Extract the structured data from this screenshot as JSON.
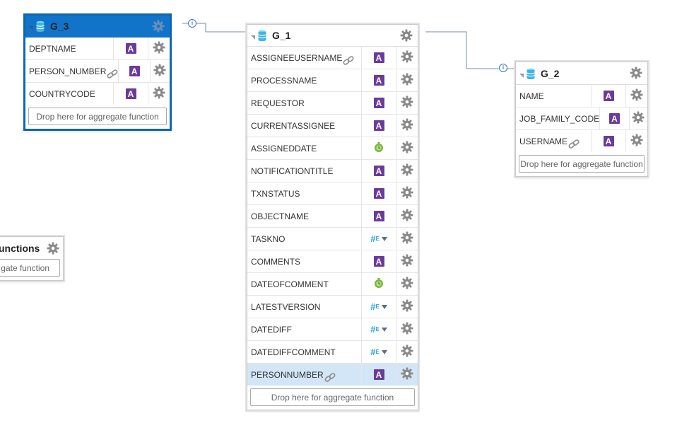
{
  "groups": {
    "g3": {
      "title": "G_3",
      "rows": [
        {
          "name": "DEPTNAME",
          "type": "text"
        },
        {
          "name": "PERSON_NUMBER",
          "type": "text",
          "link": true
        },
        {
          "name": "COUNTRYCODE",
          "type": "text"
        }
      ],
      "drop_label": "Drop here for aggregate function"
    },
    "g1": {
      "title": "G_1",
      "rows": [
        {
          "name": "ASSIGNEEUSERNAME",
          "type": "text",
          "link": true
        },
        {
          "name": "PROCESSNAME",
          "type": "text"
        },
        {
          "name": "REQUESTOR",
          "type": "text"
        },
        {
          "name": "CURRENTASSIGNEE",
          "type": "text"
        },
        {
          "name": "ASSIGNEDDATE",
          "type": "date"
        },
        {
          "name": "NOTIFICATIONTITLE",
          "type": "text"
        },
        {
          "name": "TXNSTATUS",
          "type": "text"
        },
        {
          "name": "OBJECTNAME",
          "type": "text"
        },
        {
          "name": "TASKNO",
          "type": "number"
        },
        {
          "name": "COMMENTS",
          "type": "text"
        },
        {
          "name": "DATEOFCOMMENT",
          "type": "date"
        },
        {
          "name": "LATESTVERSION",
          "type": "number"
        },
        {
          "name": "DATEDIFF",
          "type": "number"
        },
        {
          "name": "DATEDIFFCOMMENT",
          "type": "number"
        },
        {
          "name": "PERSONNUMBER",
          "type": "text",
          "link": true,
          "highlight": true
        }
      ],
      "drop_label": "Drop here for aggregate function"
    },
    "g2": {
      "title": "G_2",
      "rows": [
        {
          "name": "NAME",
          "type": "text"
        },
        {
          "name": "JOB_FAMILY_CODE",
          "type": "text"
        },
        {
          "name": "USERNAME",
          "type": "text",
          "link": true
        }
      ],
      "drop_label": "Drop here for aggregate function"
    },
    "partial": {
      "title": "unctions",
      "drop_label": "gate function"
    }
  },
  "type_badge_text": "A",
  "colors": {
    "selected_header": "#1274c8",
    "type_text": "#6b3a9c",
    "type_number": "#2ba6d9",
    "type_date": "#7ab83a",
    "highlight_row": "#d2e6f8",
    "connector": "#3b78b5"
  },
  "icons": {
    "text": "text-type-icon",
    "number": "number-type-icon",
    "date": "date-type-icon",
    "link": "link-icon",
    "gear": "gear-icon",
    "database": "database-icon",
    "info": "info-icon"
  }
}
